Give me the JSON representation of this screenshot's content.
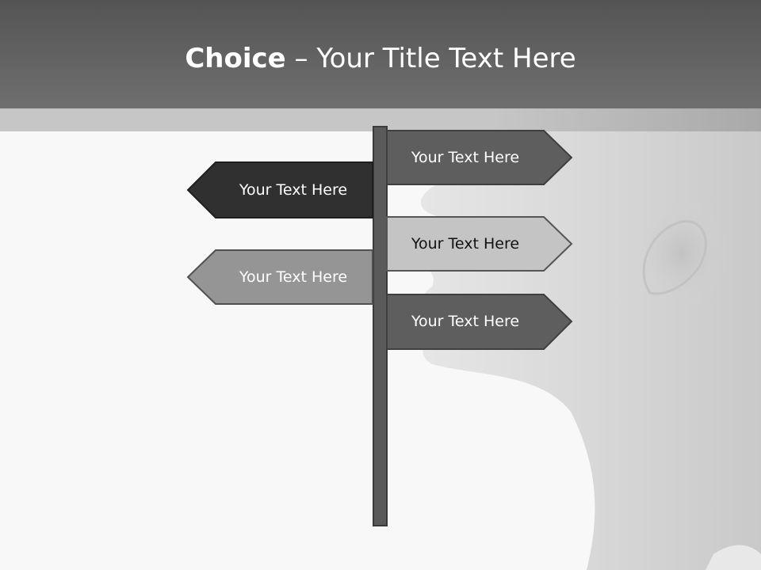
{
  "slide": {
    "title_bold": "Choice",
    "title_rest": " – Your Title Text Here"
  },
  "signs": [
    {
      "label": "Your Text Here",
      "direction": "right",
      "color": "#5e5e5e",
      "text_color": "#ffffff"
    },
    {
      "label": "Your Text Here",
      "direction": "left",
      "color": "#303030",
      "text_color": "#ffffff"
    },
    {
      "label": "Your Text Here",
      "direction": "right",
      "color": "#c4c4c4",
      "text_color": "#111111"
    },
    {
      "label": "Your Text Here",
      "direction": "left",
      "color": "#959595",
      "text_color": "#ffffff"
    },
    {
      "label": "Your Text Here",
      "direction": "right",
      "color": "#5e5e5e",
      "text_color": "#ffffff"
    }
  ],
  "colors": {
    "header": "#5e5e5e",
    "band": "#c6c6c6",
    "post": "#5a5a5a",
    "outline": "#3f3f3f"
  }
}
